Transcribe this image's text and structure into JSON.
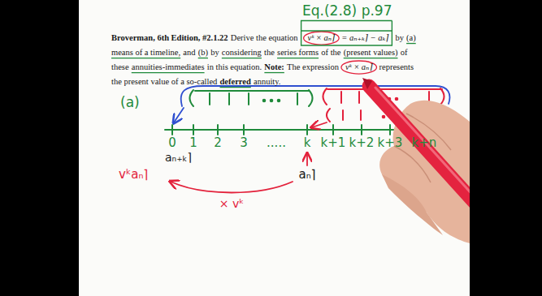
{
  "diagram": {
    "labels": [
      "Broverman, 6th Edition, #2.1.22",
      "Derive the equation",
      "vᵏ × aₙ⌉",
      "= aₙ₊ₖ⌉ − aₖ⌉",
      "by",
      "(a)",
      "means of a timeline,",
      "and",
      "(b)",
      "by",
      "considering",
      "the",
      "series forms",
      "of the",
      "(present values)",
      "of",
      "these",
      "annuities-immediates",
      "in this equation.",
      "Note:",
      "The expression",
      "vᵏ × aₙ⌉",
      "represents",
      "the present value of a so-called",
      "deferred",
      "annuity.",
      "Eq.(2.8) p.97",
      "(a)",
      "0",
      "1",
      "2",
      "3",
      ".....",
      "k",
      "k+1",
      "k+2",
      "k+3",
      "k+n",
      "aₙ₊ₖ⌉",
      "vᵏaₙ⌉",
      "aₙ⌉",
      "× vᵏ"
    ]
  }
}
